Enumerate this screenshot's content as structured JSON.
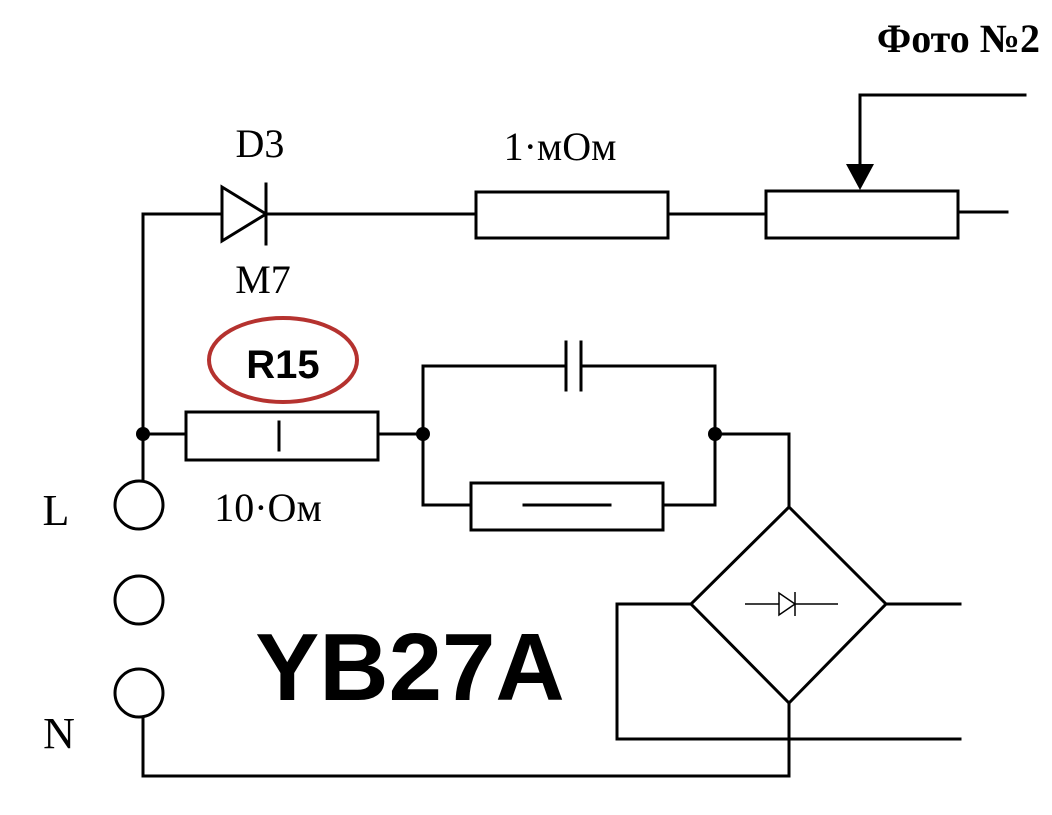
{
  "photo_label": "Фото №2",
  "diode_top": {
    "designator": "D3",
    "type": "M7"
  },
  "resistor_top": {
    "value": "1·мОм"
  },
  "resistor_r15": {
    "designator": "R15",
    "value": "10·Ом"
  },
  "terminals": {
    "line": "L",
    "neutral": "N"
  },
  "chip_label": "YB27A",
  "colors": {
    "wire": "#000000",
    "highlight_ring": "#b5322f",
    "background": "#ffffff"
  }
}
